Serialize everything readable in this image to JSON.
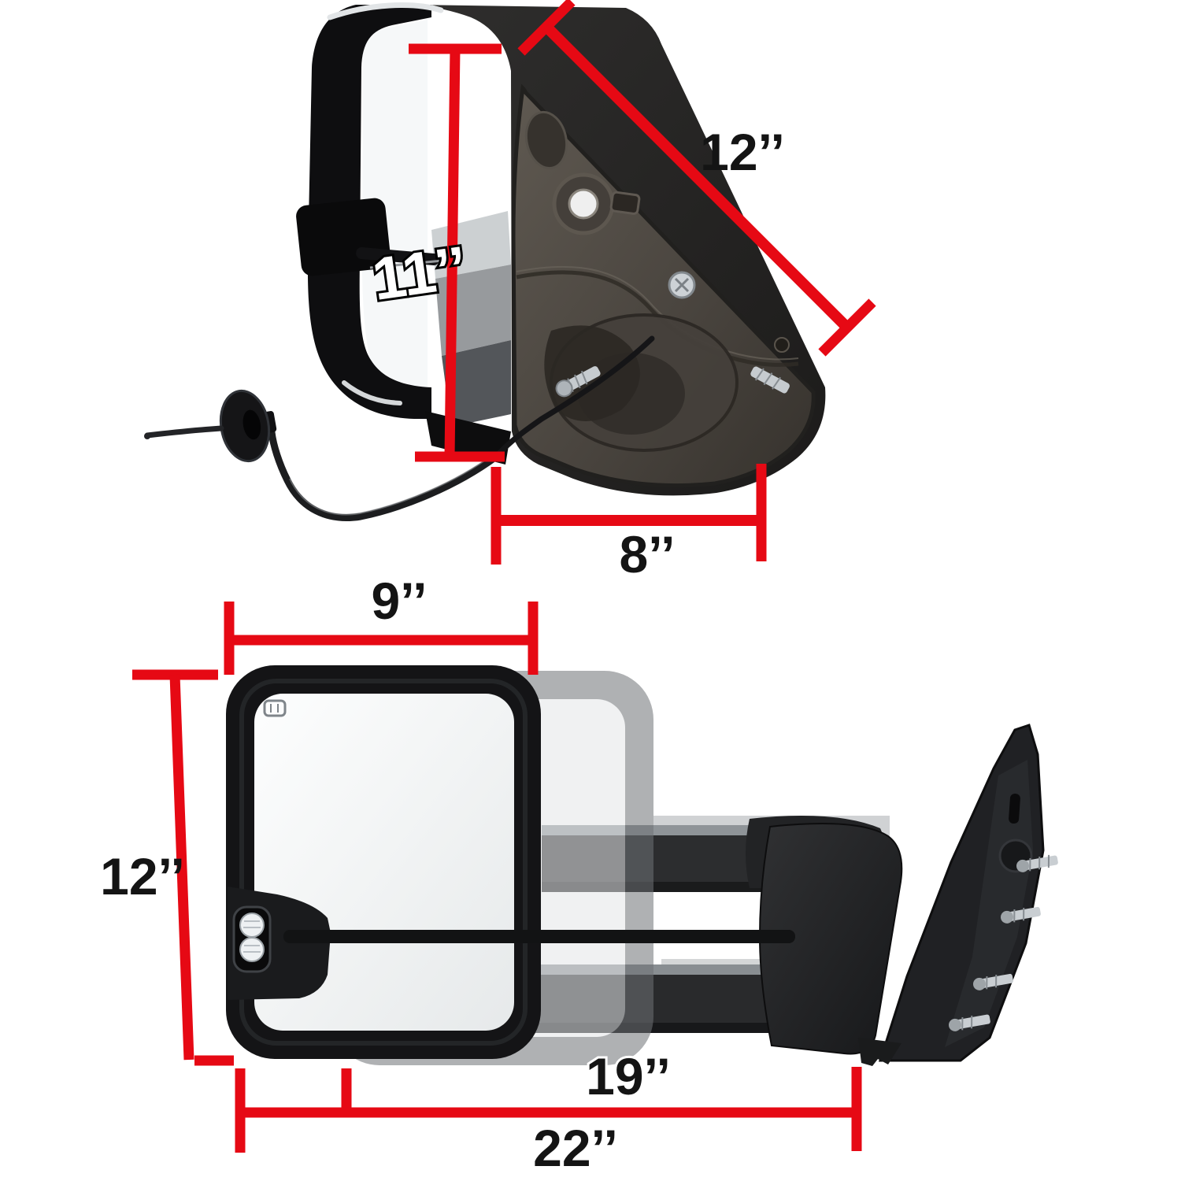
{
  "image": {
    "title": "Towing mirror dimension diagram",
    "background": "#ffffff",
    "views": [
      "rear view with door mounting plate",
      "front view showing retracted and extended glass"
    ]
  },
  "colors": {
    "dimension_red": "#e60914",
    "label_dark": "#141414",
    "label_light": "#ffffff",
    "housing_black": "#1b1b1c",
    "plate_gunmetal": "#4a453f",
    "ghost_gray": "#75787c",
    "glass_white": "#f4f6f7",
    "hardware_silver": "#c7ccd0"
  },
  "top_view": {
    "name": "mirror-rear-view",
    "dims": {
      "plate_diagonal": "12’’",
      "mirror_height": "11’’",
      "plate_base": "8’’"
    }
  },
  "bottom_view": {
    "name": "mirror-front-view",
    "dims": {
      "glass_width": "9’’",
      "mirror_height": "12’’",
      "extended_length": "19’’",
      "overall_length": "22’’"
    }
  }
}
